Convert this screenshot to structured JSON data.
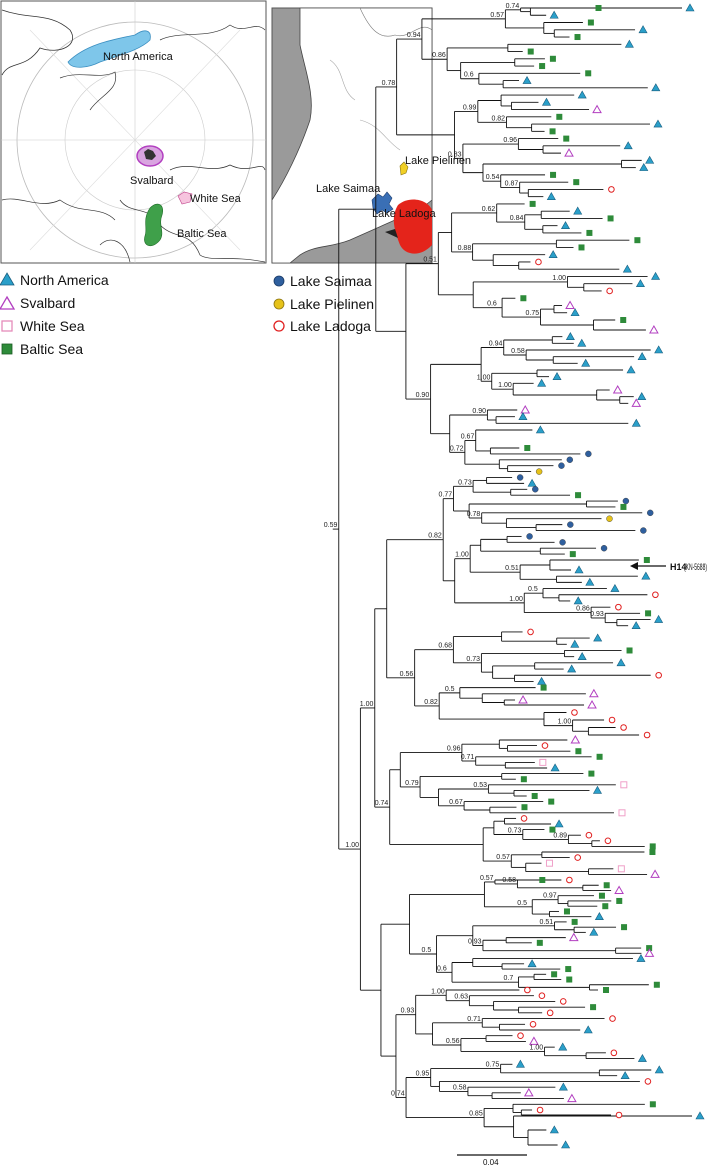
{
  "colors": {
    "north_america": "#2a9fc9",
    "svalbard": "#b23fc0",
    "white_sea": "#f0a0c8",
    "baltic_sea": "#2e8b3a",
    "lake_saimaa": "#2f5f9e",
    "lake_pielinen": "#e6c21a",
    "lake_ladoga": "#e02020"
  },
  "map_left": {
    "labels": {
      "north_america": "North America",
      "svalbard": "Svalbard",
      "white_sea": "White Sea",
      "baltic_sea": "Baltic Sea"
    }
  },
  "map_right": {
    "labels": {
      "pielinen": "Lake Pielinen",
      "saimaa": "Lake Saimaa",
      "ladoga": "Lake Ladoga"
    }
  },
  "legend": {
    "marine": [
      {
        "label": "North America",
        "icon": "filled-triangle"
      },
      {
        "label": "Svalbard",
        "icon": "open-triangle"
      },
      {
        "label": "White Sea",
        "icon": "open-square"
      },
      {
        "label": "Baltic Sea",
        "icon": "filled-square"
      }
    ],
    "lakes": [
      {
        "label": "Lake Saimaa",
        "icon": "filled-circle"
      },
      {
        "label": "Lake Pielinen",
        "icon": "filled-circle"
      },
      {
        "label": "Lake Ladoga",
        "icon": "open-circle"
      }
    ]
  },
  "tree": {
    "supports": [
      "0.74",
      "0.57",
      "0.94",
      "0.86",
      "0.6",
      "0.78",
      "0.99",
      "0.82",
      "0.96",
      "0.83",
      "0.54",
      "0.87",
      "0.62",
      "0.84",
      "0.88",
      "0.51",
      "1.00",
      "0.6",
      "0.75",
      "0.94",
      "0.58",
      "1.00",
      "1.00",
      "0.90",
      "0.90",
      "0.67",
      "0.72",
      "0.73",
      "0.77",
      "0.78",
      "0.59",
      "0.82",
      "1.00",
      "0.51",
      "0.5",
      "1.00",
      "0.86",
      "0.93",
      "0.68",
      "0.73",
      "0.56",
      "0.5",
      "0.82",
      "1.00",
      "1.00",
      "0.96",
      "0.71",
      "0.79",
      "0.53",
      "0.67",
      "0.74",
      "0.73",
      "0.89",
      "1.00",
      "0.57",
      "0.57",
      "0.58",
      "0.97",
      "0.5",
      "0.51",
      "0.93",
      "0.5",
      "0.6",
      "0.7",
      "1.00",
      "0.63",
      "0.93",
      "0.71",
      "0.56",
      "1.00",
      "0.75",
      "0.95",
      "0.58",
      "0.74",
      "0.85"
    ],
    "highlight_label": "H14",
    "highlight_sublabel": "(KN-5688)",
    "scale_label": "0.04"
  }
}
